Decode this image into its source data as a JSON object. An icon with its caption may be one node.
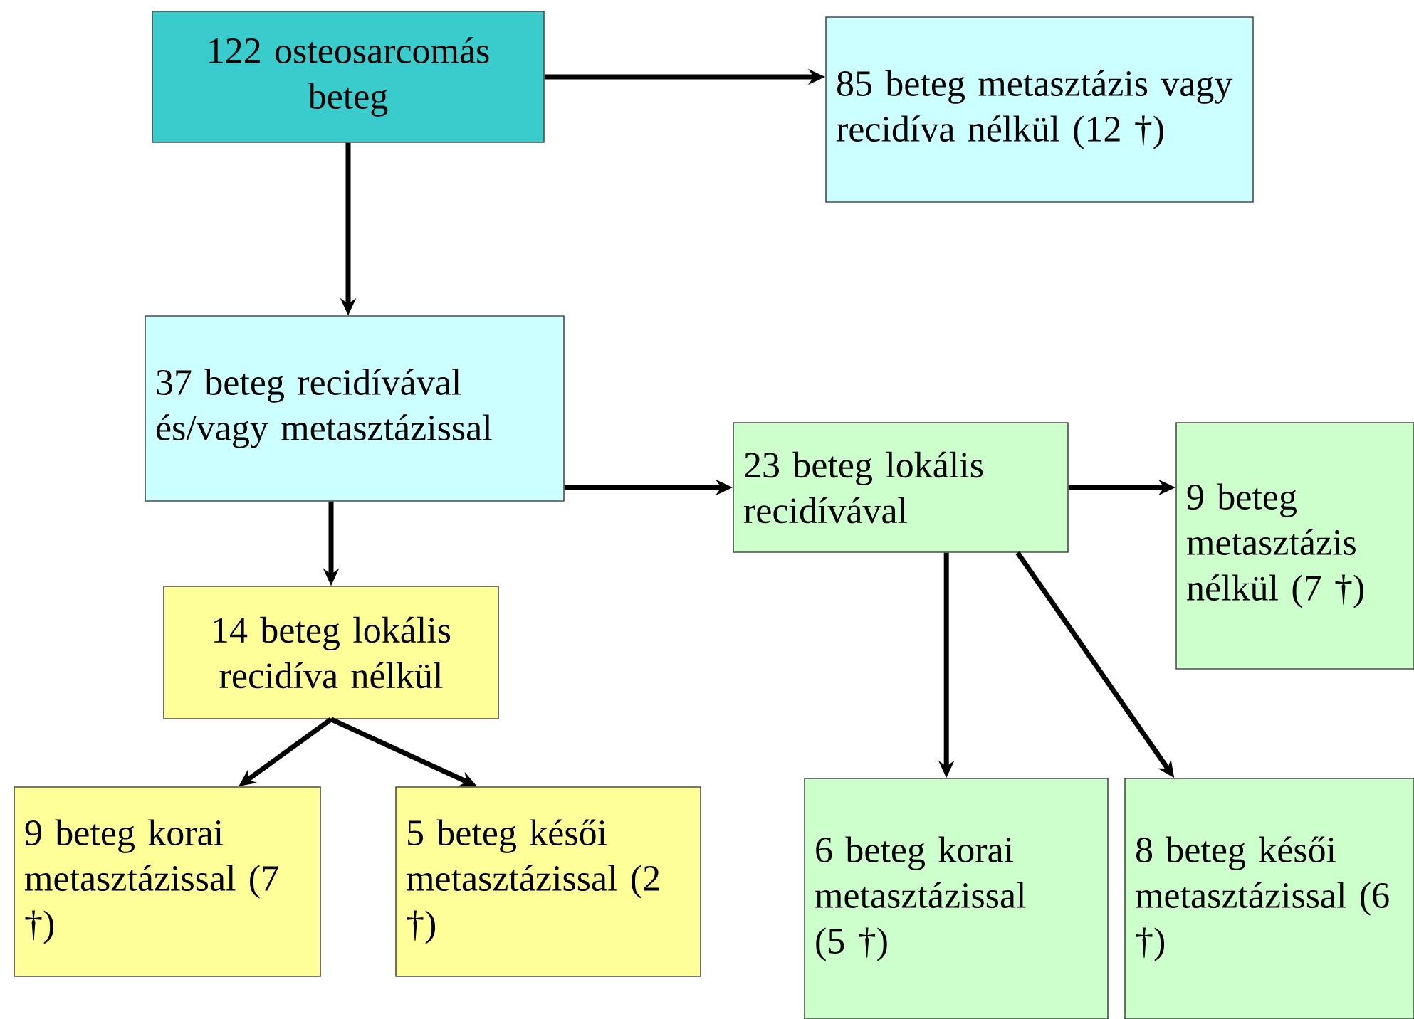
{
  "diagram": {
    "nodes": [
      {
        "text": [
          "122 osteosarcomás beteg"
        ]
      },
      {
        "text": [
          "85 beteg metasztázis vagy recidíva nélkül (12 †)"
        ]
      },
      {
        "text": [
          "37 beteg recidívával és/vagy metasztázissal"
        ]
      },
      {
        "text": [
          "23 beteg lokális recidívával"
        ]
      },
      {
        "text": [
          "9 beteg metasztázis nélkül (7 †)"
        ]
      },
      {
        "text": [
          "14 beteg lokális recidíva nélkül"
        ]
      },
      {
        "text": [
          "9 beteg korai metasztázissal (7 †)"
        ]
      },
      {
        "text": [
          "5 beteg késői metasztázissal (2 †)"
        ]
      },
      {
        "text": [
          "6 beteg korai metasztázissal (5 †)"
        ]
      },
      {
        "text": [
          "8 beteg késői metasztázissal (6 †)"
        ]
      }
    ],
    "edges": [
      {
        "from": 0,
        "to": 1,
        "arrow": "to"
      },
      {
        "from": 0,
        "to": 2,
        "arrow": "to"
      },
      {
        "from": 2,
        "to": 3,
        "arrow": "to"
      },
      {
        "from": 2,
        "to": 5,
        "arrow": "to"
      },
      {
        "from": 3,
        "to": 4,
        "arrow": "to"
      },
      {
        "from": 5,
        "to": 6,
        "arrow": "to"
      },
      {
        "from": 5,
        "to": 7,
        "arrow": "to"
      },
      {
        "from": 3,
        "to": 8,
        "arrow": "to"
      },
      {
        "from": 3,
        "to": 9,
        "arrow": "to"
      }
    ]
  }
}
